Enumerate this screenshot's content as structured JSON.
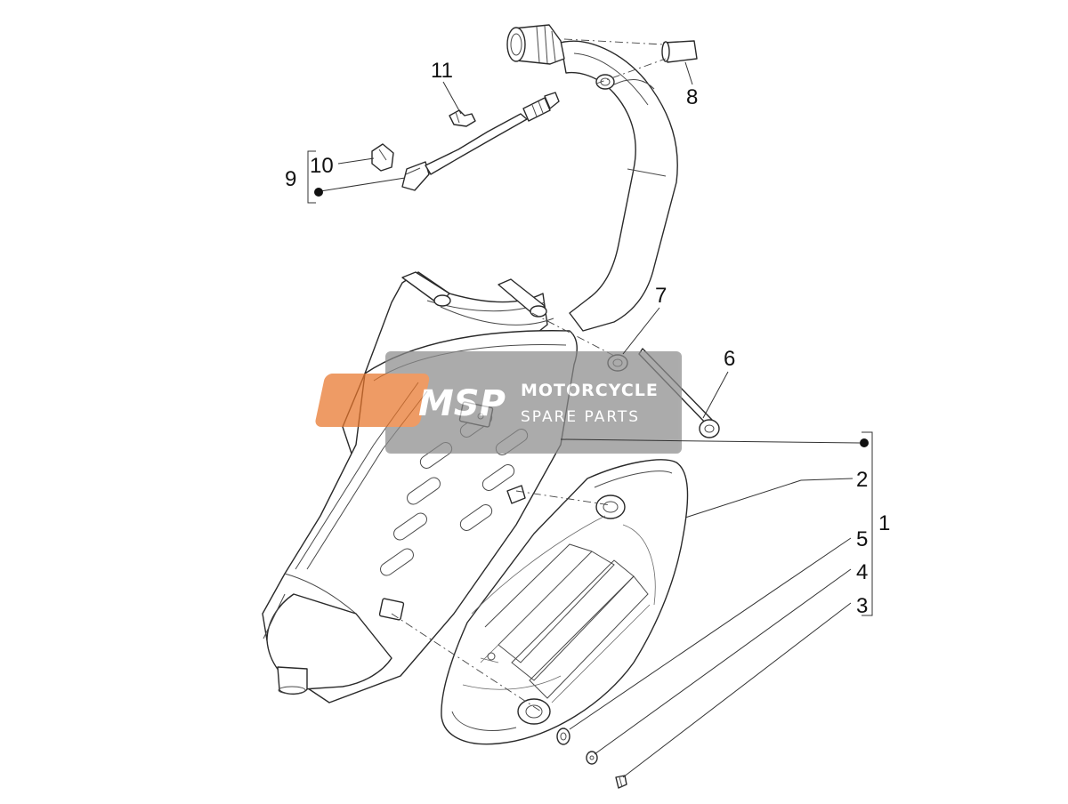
{
  "diagram": {
    "callouts": {
      "c1": "1",
      "c2": "2",
      "c3": "3",
      "c4": "4",
      "c5": "5",
      "c6": "6",
      "c7": "7",
      "c8": "8",
      "c9": "9",
      "c10": "10",
      "c11": "11"
    },
    "watermark": {
      "logo": "MSP",
      "line1": "MOTORCYCLE",
      "line2": "SPARE PARTS",
      "colors": {
        "box": "#8c8c8c",
        "logo": "#e8752a"
      }
    }
  }
}
